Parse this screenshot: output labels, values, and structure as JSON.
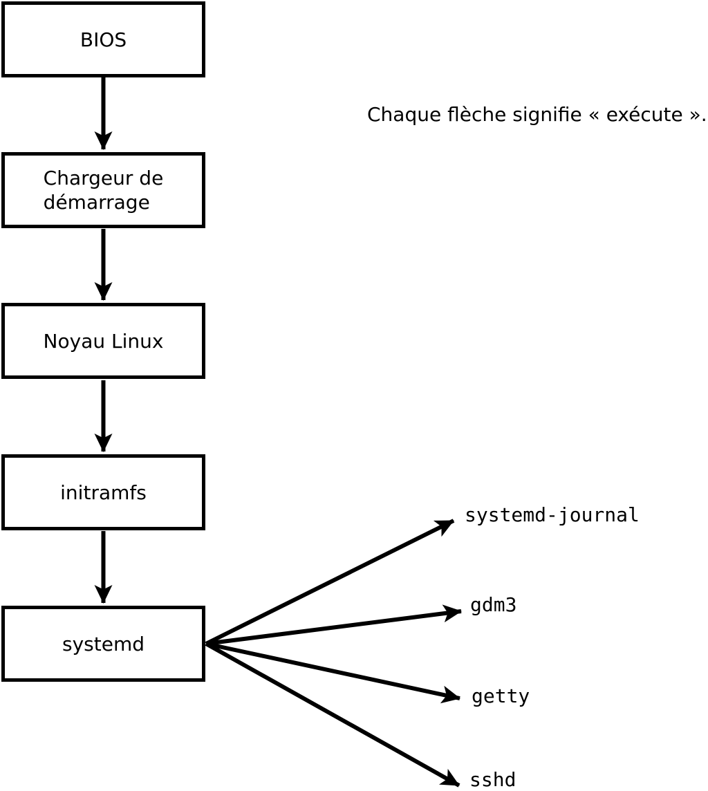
{
  "diagram": {
    "caption": "Chaque flèche signifie « exécute ».",
    "boxes": [
      {
        "id": "bios",
        "label": "BIOS"
      },
      {
        "id": "bootloader",
        "label": "Chargeur de\ndémarrage"
      },
      {
        "id": "kernel",
        "label": "Noyau Linux"
      },
      {
        "id": "initramfs",
        "label": "initramfs"
      },
      {
        "id": "systemd",
        "label": "systemd"
      }
    ],
    "processes": [
      {
        "label": "systemd-journal"
      },
      {
        "label": "gdm3"
      },
      {
        "label": "getty"
      },
      {
        "label": "sshd"
      }
    ],
    "colors": {
      "line": "#000000",
      "box_fill": "#ffffff",
      "background": "#ffffff",
      "text": "#000000"
    }
  }
}
